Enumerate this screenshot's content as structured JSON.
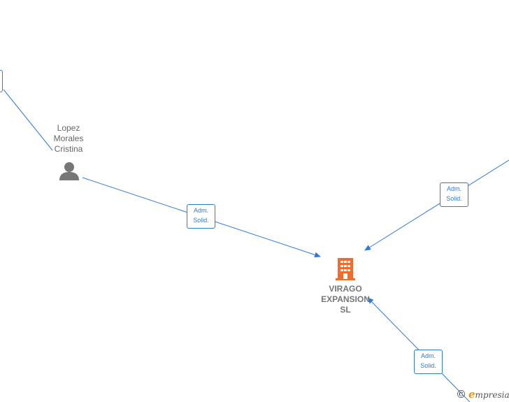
{
  "nodes": {
    "person": {
      "name_lines": [
        "Lopez",
        "Morales",
        "Cristina"
      ]
    },
    "company": {
      "name_lines": [
        "VIRAGO",
        "EXPANSION",
        "SL"
      ]
    }
  },
  "edges": [
    {
      "role_lines": [
        "Adm.",
        "Solid."
      ]
    },
    {
      "role_lines": [
        "Adm.",
        "Solid."
      ]
    },
    {
      "role_lines": [
        "Adm.",
        "Solid."
      ]
    }
  ],
  "footer": {
    "copyright_symbol": "©",
    "brand_initial": "e",
    "brand_rest": "mpresia"
  },
  "colors": {
    "edge": "#2f7bd6",
    "company_icon": "#f26a2e",
    "person_icon": "#777777"
  }
}
